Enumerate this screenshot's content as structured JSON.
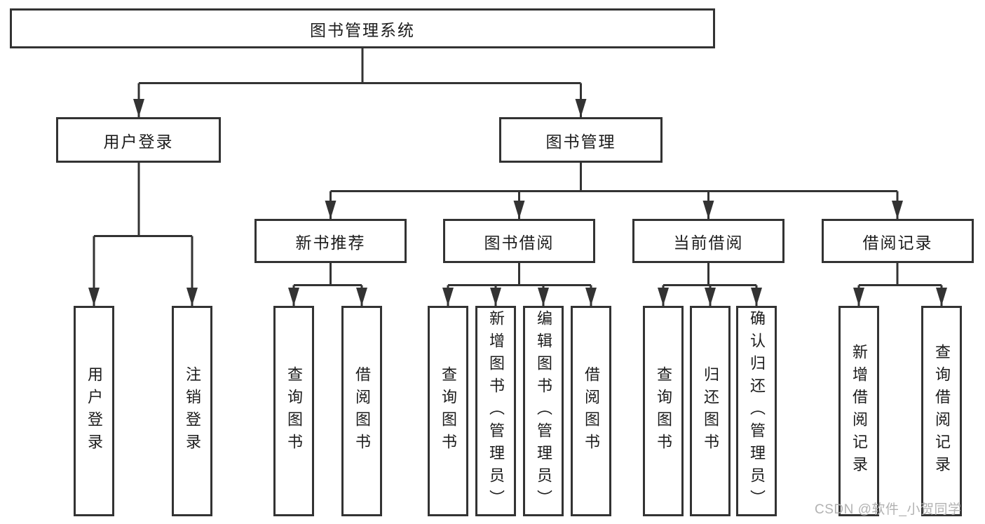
{
  "tree": {
    "label": "图书管理系统",
    "children": [
      {
        "label": "用户登录",
        "children": [
          {
            "label": "用户登录"
          },
          {
            "label": "注销登录"
          }
        ]
      },
      {
        "label": "图书管理",
        "children": [
          {
            "label": "新书推荐",
            "children": [
              {
                "label": "查询图书"
              },
              {
                "label": "借阅图书"
              }
            ]
          },
          {
            "label": "图书借阅",
            "children": [
              {
                "label": "查询图书"
              },
              {
                "label": "新增图书（管理员）"
              },
              {
                "label": "编辑图书（管理员）"
              },
              {
                "label": "借阅图书"
              }
            ]
          },
          {
            "label": "当前借阅",
            "children": [
              {
                "label": "查询图书"
              },
              {
                "label": "归还图书"
              },
              {
                "label": "确认归还（管理员）"
              }
            ]
          },
          {
            "label": "借阅记录",
            "children": [
              {
                "label": "新增借阅记录"
              },
              {
                "label": "查询借阅记录"
              }
            ]
          }
        ]
      }
    ]
  },
  "watermark": "CSDN @软件_小贺同学",
  "colors": {
    "line": "#333333",
    "text": "#1c1c1c",
    "watermark": "#b2b2b2",
    "background": "#ffffff"
  }
}
